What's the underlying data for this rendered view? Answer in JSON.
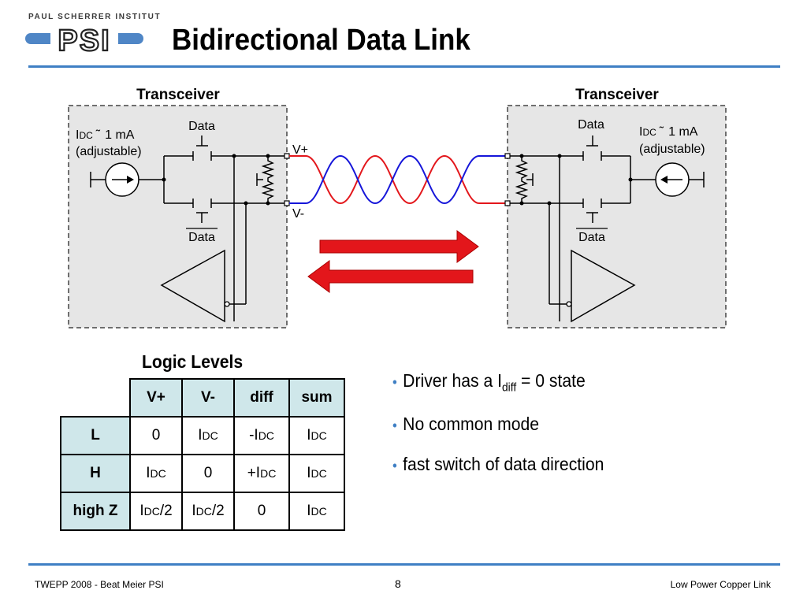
{
  "logo": {
    "institute": "PAUL SCHERRER INSTITUT",
    "mark": "PSI"
  },
  "title": "Bidirectional Data Link",
  "diagram": {
    "left_title": "Transceiver",
    "right_title": "Transceiver",
    "current_source": {
      "symbol": "I",
      "subscript": "DC",
      "approx": "˜",
      "value": "1 mA",
      "note": "(adjustable)"
    },
    "data_label": "Data",
    "vplus": "V+",
    "vminus": "V-"
  },
  "logic_levels": {
    "title": "Logic Levels",
    "columns": [
      "V+",
      "V-",
      "diff",
      "sum"
    ],
    "rows": [
      {
        "label": "L",
        "cells": [
          [
            "",
            "0",
            ""
          ],
          [
            "",
            "I",
            "DC"
          ],
          [
            "-",
            "I",
            "DC"
          ],
          [
            "",
            "I",
            "DC"
          ]
        ]
      },
      {
        "label": "H",
        "cells": [
          [
            "",
            "I",
            "DC"
          ],
          [
            "",
            "0",
            ""
          ],
          [
            "+",
            "I",
            "DC"
          ],
          [
            "",
            "I",
            "DC"
          ]
        ]
      },
      {
        "label": "high Z",
        "cells": [
          [
            "",
            "I",
            "DC",
            "/2"
          ],
          [
            "",
            "I",
            "DC",
            "/2"
          ],
          [
            "",
            "0",
            ""
          ],
          [
            "",
            "I",
            "DC"
          ]
        ]
      }
    ]
  },
  "bullets": [
    {
      "pre": "Driver has a I",
      "sub": "diff",
      "post": " = 0 state"
    },
    {
      "pre": "No common mode",
      "sub": "",
      "post": ""
    },
    {
      "pre": "fast switch of data direction",
      "sub": "",
      "post": ""
    }
  ],
  "footer": {
    "left": "TWEPP 2008 - Beat Meier PSI",
    "page": "8",
    "right": "Low Power Copper Link"
  },
  "colors": {
    "accent": "#3f7fc4",
    "arrow_red": "#e3161b",
    "wire_blue": "#1515d9",
    "table_header": "#cfe7ea"
  }
}
